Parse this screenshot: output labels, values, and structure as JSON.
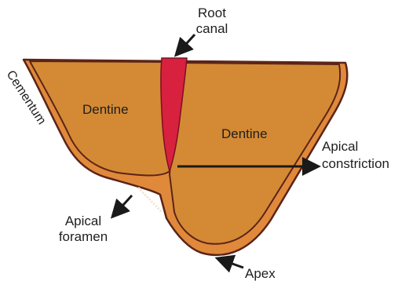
{
  "labels": {
    "root_canal_line1": "Root",
    "root_canal_line2": "canal",
    "cementum": "Cementum",
    "dentine_left": "Dentine",
    "dentine_right": "Dentine",
    "apical_constriction_line1": "Apical",
    "apical_constriction_line2": "constriction",
    "apical_foramen_line1": "Apical",
    "apical_foramen_line2": "foramen",
    "apex": "Apex"
  },
  "colors": {
    "dentine": "#d48a34",
    "cementum": "#e0893a",
    "outline": "#5a2418",
    "root_canal": "#d8213f",
    "arrow": "#1a1a1a",
    "background": "#ffffff"
  }
}
